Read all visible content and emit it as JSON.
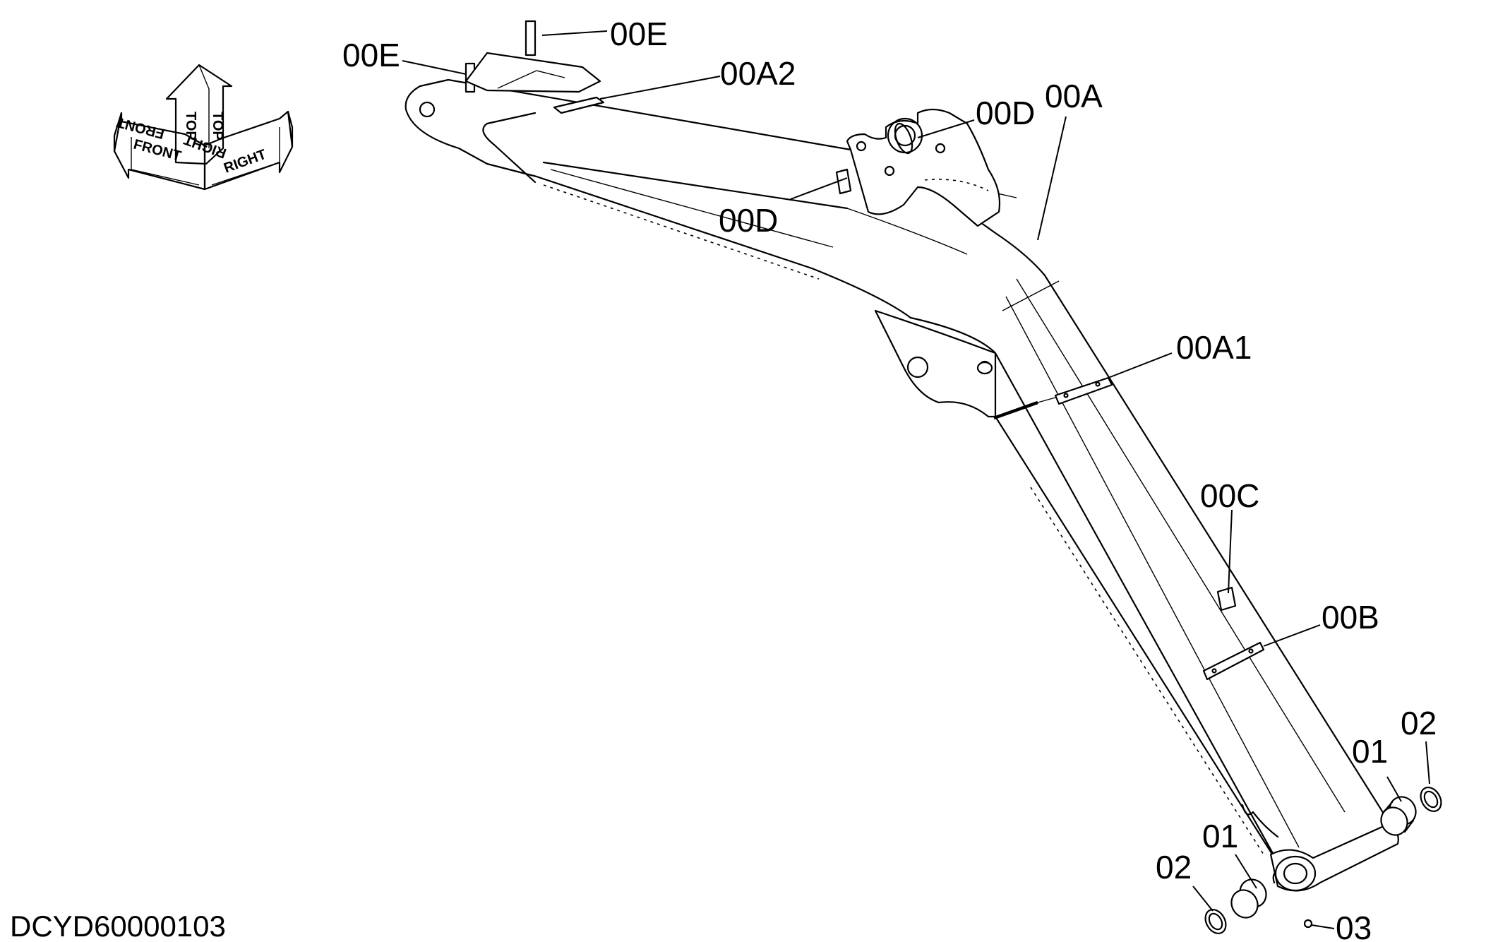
{
  "drawing": {
    "code": "DCYD60000103",
    "orientation_icon": {
      "front_top": "FRONT",
      "front_side": "FRONT",
      "top_a": "TOP",
      "top_b": "TOP",
      "right_top": "RIGHT",
      "right_side": "RIGHT"
    },
    "callouts": [
      {
        "id": "00E-top",
        "label": "00E"
      },
      {
        "id": "00E-left",
        "label": "00E"
      },
      {
        "id": "00A2",
        "label": "00A2"
      },
      {
        "id": "00D-upper",
        "label": "00D"
      },
      {
        "id": "00A",
        "label": "00A"
      },
      {
        "id": "00D-lower",
        "label": "00D"
      },
      {
        "id": "00A1",
        "label": "00A1"
      },
      {
        "id": "00C",
        "label": "00C"
      },
      {
        "id": "00B",
        "label": "00B"
      },
      {
        "id": "02-right",
        "label": "02"
      },
      {
        "id": "01-right",
        "label": "01"
      },
      {
        "id": "01-left",
        "label": "01"
      },
      {
        "id": "02-left",
        "label": "02"
      },
      {
        "id": "03",
        "label": "03"
      }
    ]
  }
}
